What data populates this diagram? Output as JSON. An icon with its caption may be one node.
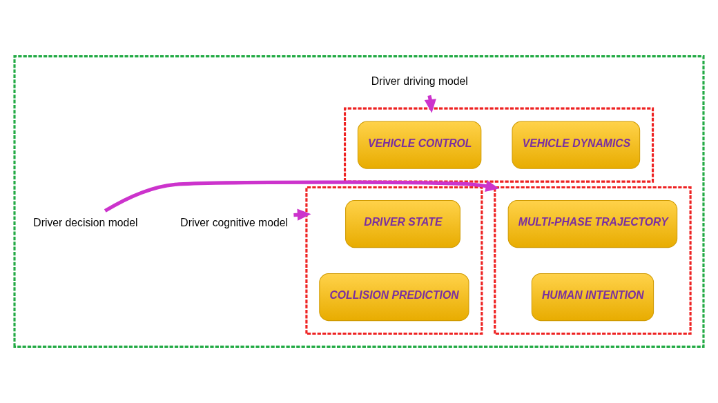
{
  "diagram": {
    "nodes": [
      {
        "text": [],
        "shape": "box"
      },
      {
        "text": [
          "Driver driving model"
        ],
        "in": 0
      },
      {
        "text": [],
        "shape": "box",
        "in": 0
      },
      {
        "text": [
          "VEHICLE CONTROL"
        ],
        "in": 2
      },
      {
        "text": [
          "VEHICLE DYNAMICS"
        ],
        "in": 2
      },
      {
        "text": [
          "Driver cognitive model"
        ],
        "in": 0
      },
      {
        "text": [],
        "shape": "box",
        "in": 0
      },
      {
        "text": [
          "DRIVER STATE"
        ],
        "in": 6
      },
      {
        "text": [
          "COLLISION PREDICTION"
        ],
        "in": 6
      },
      {
        "text": [],
        "shape": "box",
        "in": 0
      },
      {
        "text": [
          "MULTI-PHASE TRAJECTORY"
        ],
        "in": 9
      },
      {
        "text": [
          "HUMAN INTENTION"
        ],
        "in": 9
      },
      {
        "text": [
          "Driver decision model"
        ],
        "in": 0
      }
    ],
    "edges": [
      {
        "from": 1,
        "to": 2,
        "arrow": "to"
      },
      {
        "from": 5,
        "to": 6,
        "arrow": "to"
      },
      {
        "from": 12,
        "to": 9,
        "arrow": "to"
      }
    ]
  }
}
